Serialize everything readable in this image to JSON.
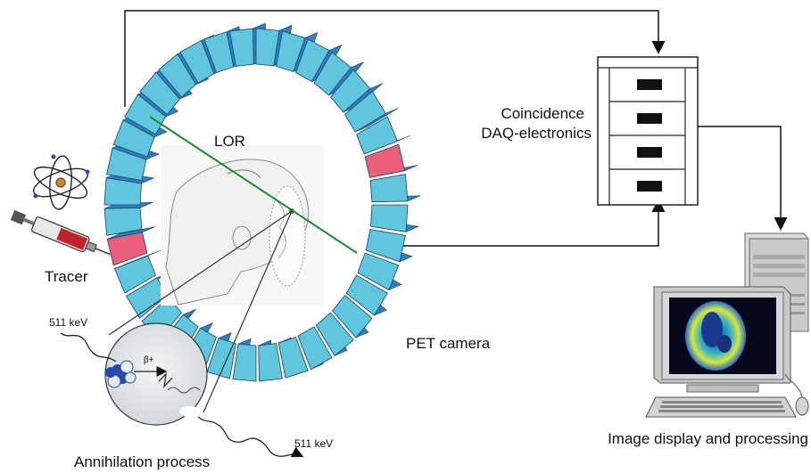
{
  "labels": {
    "lor": "LOR",
    "coincidence_line1": "Coincidence",
    "coincidence_line2": "DAQ-electronics",
    "tracer": "Tracer",
    "pet_camera": "PET camera",
    "energy_top": "511 keV",
    "energy_bottom": "511 keV",
    "beta": "β+",
    "annihilation": "Annihilation process",
    "image_display": "Image display and processing"
  },
  "colors": {
    "detector_light": "#5fc6de",
    "detector_dark": "#2f7fc4",
    "detector_active": "#e8607a",
    "lor_line": "#1f8a2e",
    "arrow": "#111111"
  },
  "icons": [
    "atom-icon",
    "syringe-icon",
    "head-icon",
    "computer-icon",
    "nucleus-icon"
  ]
}
